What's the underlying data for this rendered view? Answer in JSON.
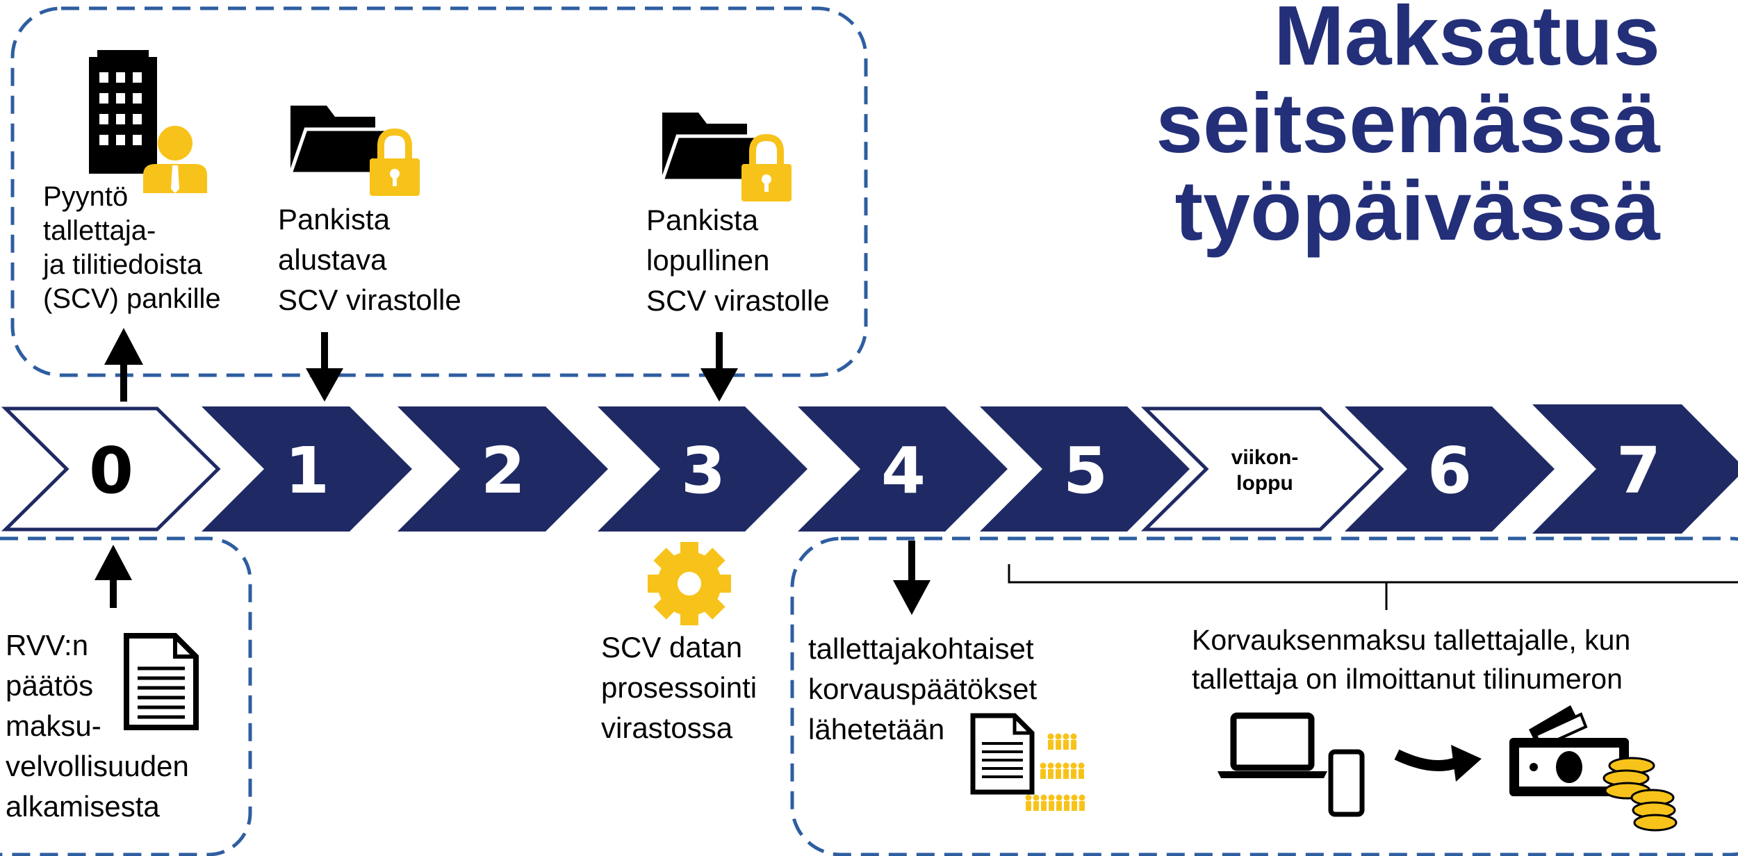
{
  "title": {
    "line1": "Maksatus",
    "line2": "seitsemässä",
    "line3": "työpäivässä"
  },
  "colors": {
    "navy": "#1f2a64",
    "title": "#232f78",
    "yellow": "#f7c31b",
    "dash": "#2e5ea0",
    "black": "#000000"
  },
  "steps": [
    {
      "label": "0",
      "style": "outline"
    },
    {
      "label": "1",
      "style": "filled"
    },
    {
      "label": "2",
      "style": "filled"
    },
    {
      "label": "3",
      "style": "filled"
    },
    {
      "label": "4",
      "style": "filled"
    },
    {
      "label": "5",
      "style": "filled"
    },
    {
      "label_line1": "viikon-",
      "label_line2": "loppu",
      "style": "outline"
    },
    {
      "label": "6",
      "style": "filled"
    },
    {
      "label": "7",
      "style": "filled"
    }
  ],
  "top": {
    "request": {
      "l1": "Pyyntö",
      "l2": "tallettaja-",
      "l3": "ja tilitiedoista",
      "l4": "(SCV) pankille",
      "icon": "office-building-person-icon"
    },
    "preliminary": {
      "l1": "Pankista",
      "l2": "alustava",
      "l3": "SCV virastolle",
      "icon": "locked-folder-icon"
    },
    "final": {
      "l1": "Pankista",
      "l2": "lopullinen",
      "l3": "SCV virastolle",
      "icon": "locked-folder-icon"
    }
  },
  "bottom": {
    "decision": {
      "l1": "RVV:n",
      "l2": "päätös",
      "l3": "maksu-",
      "l4": "velvollisuuden",
      "l5": "alkamisesta",
      "icon": "document-icon"
    },
    "processing": {
      "l1": "SCV datan",
      "l2": "prosessointi",
      "l3": "virastossa",
      "icon": "gear-icon"
    },
    "decisions_sent": {
      "l1": "tallettajakohtaiset",
      "l2": "korvauspäätökset",
      "l3": "lähetetään",
      "icon": "document-people-icon"
    },
    "payment": {
      "l1": "Korvauksenmaksu tallettajalle, kun",
      "l2": "tallettaja on ilmoittanut tilinumeron",
      "icons": [
        "laptop-icon",
        "phone-icon",
        "curved-arrow-icon",
        "wallet-coins-icon"
      ]
    }
  }
}
